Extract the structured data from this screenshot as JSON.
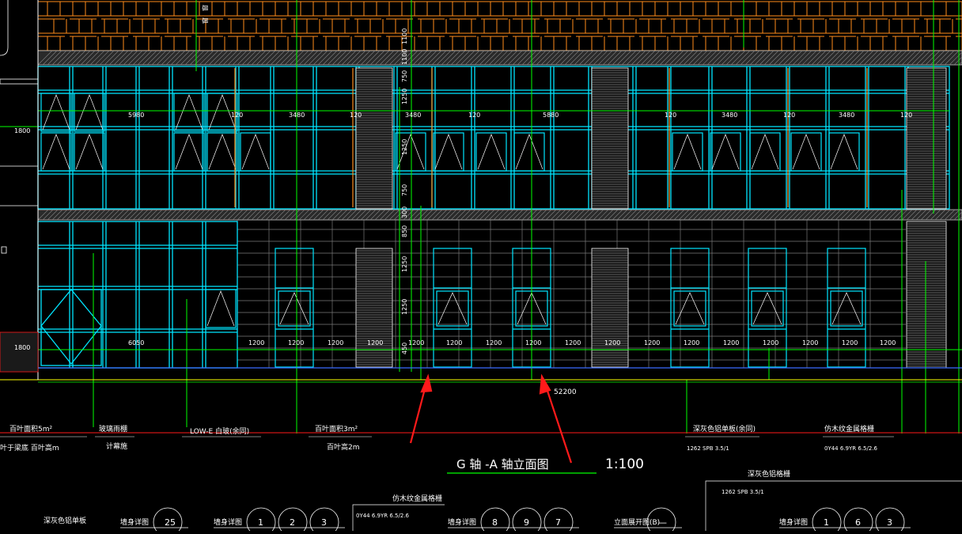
{
  "drawing": {
    "title": "G 轴 -A 轴立面图",
    "scale": "1:100",
    "overall_dim": "52200",
    "colors": {
      "bg": "#000000",
      "cyan": "#00e5ff",
      "green": "#00ff00",
      "orange": "#ff8c1a",
      "white": "#ffffff",
      "red": "#ff1a1a",
      "gray": "#9a9a9a",
      "yellow": "#ffff00"
    },
    "left_dims": [
      "1800",
      "1800"
    ],
    "vertical_dims": [
      "1100",
      "1100",
      "750",
      "1250",
      "1250",
      "750",
      "300",
      "850",
      "1250",
      "1250",
      "450"
    ],
    "upper_dims": [
      "5980",
      "120",
      "3480",
      "120",
      "3480",
      "120",
      "5880",
      "120",
      "3480",
      "120",
      "3480",
      "120"
    ],
    "lower_dims": [
      "6050",
      "1200",
      "1200",
      "1200",
      "1200",
      "1200",
      "1200",
      "1200",
      "1200",
      "1200",
      "1200",
      "1200",
      "1200",
      "1200",
      "1200",
      "1200",
      "1200",
      "1200"
    ],
    "top_labels": [
      "窗",
      "窗"
    ]
  },
  "notes": {
    "row1": [
      "百叶面积5m²",
      "玻璃雨棚",
      "LOW-E 白玻(余同)",
      "百叶面积3m²",
      "深灰色铝单板(余同)",
      "仿木纹金属格栅"
    ],
    "row2": [
      "叶于梁底 百叶高m",
      "计幕施",
      "百叶高2m",
      "1262  SPB  3.5/1",
      "0Y44  6.9YR  6.5/2.6"
    ]
  },
  "legend": {
    "grille_title": "仿木纹金属格栅",
    "grille_code": "0Y44  6.9YR  6.5/2.6",
    "alu_title": "深灰色铝格栅",
    "alu_code": "1262  SPB  3.5/1",
    "bottom": {
      "item1": "深灰色铝单板",
      "item2": "墙身详图",
      "item2_nums": [
        "25"
      ],
      "item3": "墙身详图",
      "item3_nums": [
        "1",
        "2",
        "3"
      ],
      "item4": "墙身详图",
      "item4_nums": [
        "8",
        "9",
        "7"
      ],
      "item5": "立面展开图(B)",
      "item5_nums": [
        "—"
      ],
      "item6": "墙身详图",
      "item6_nums": [
        "1",
        "6",
        "3"
      ]
    }
  }
}
